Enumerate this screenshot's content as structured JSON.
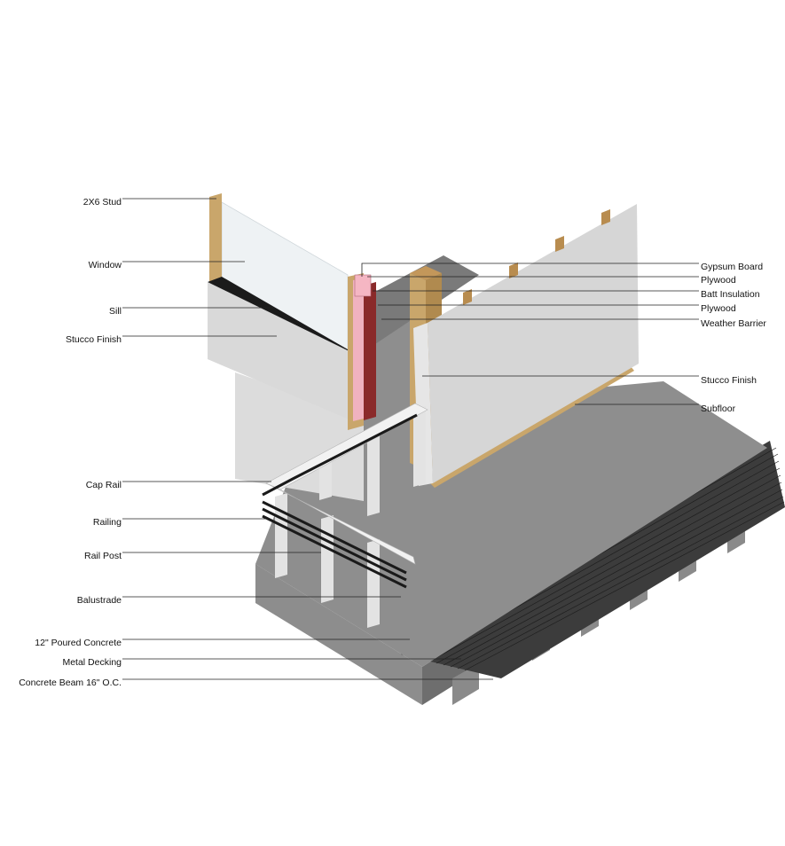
{
  "labels_left": [
    {
      "id": "stud",
      "text": "2X6 Stud"
    },
    {
      "id": "window",
      "text": "Window"
    },
    {
      "id": "sill",
      "text": "Sill"
    },
    {
      "id": "stucco-finish-left",
      "text": "Stucco Finish"
    },
    {
      "id": "cap-rail",
      "text": "Cap Rail"
    },
    {
      "id": "railing",
      "text": "Railing"
    },
    {
      "id": "rail-post",
      "text": "Rail Post"
    },
    {
      "id": "balustrade",
      "text": "Balustrade"
    },
    {
      "id": "poured-concrete",
      "text": "12\" Poured Concrete"
    },
    {
      "id": "metal-decking",
      "text": "Metal Decking"
    },
    {
      "id": "concrete-beam",
      "text": "Concrete Beam 16\" O.C."
    }
  ],
  "labels_right": [
    {
      "id": "gypsum-board",
      "text": "Gypsum Board"
    },
    {
      "id": "plywood-inner",
      "text": "Plywood"
    },
    {
      "id": "batt-insulation",
      "text": "Batt Insulation"
    },
    {
      "id": "plywood-outer",
      "text": "Plywood"
    },
    {
      "id": "weather-barrier",
      "text": "Weather Barrier"
    },
    {
      "id": "stucco-finish-right",
      "text": "Stucco Finish"
    },
    {
      "id": "subfloor",
      "text": "Subfloor"
    }
  ],
  "colors": {
    "concrete": "#8a8a8a",
    "stucco": "#d9d9d9",
    "wood": "#c9a66b",
    "insulation": "#f3b8c4",
    "decking": "#3a3a3a",
    "railing": "#1a1a1a",
    "glass": "#eef2f4"
  }
}
